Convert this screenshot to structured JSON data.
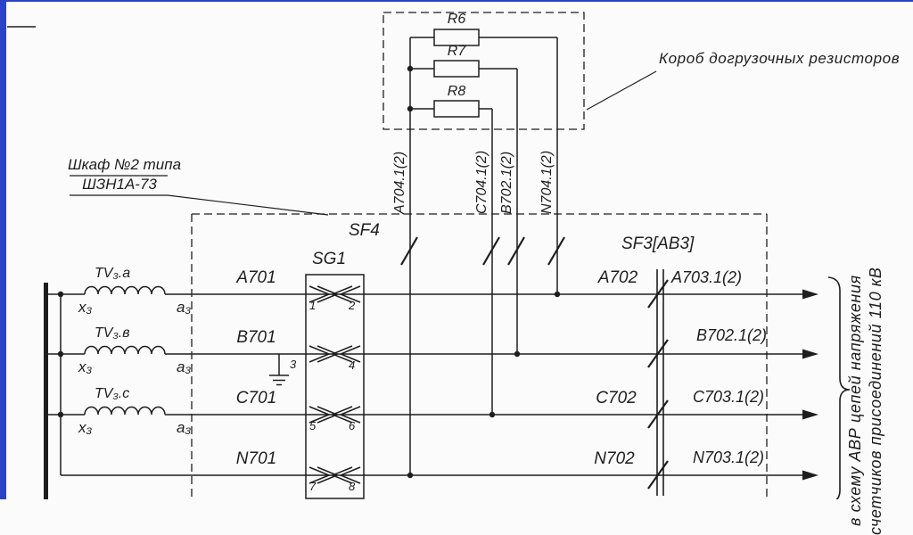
{
  "colors": {
    "line": "#1e1e1e",
    "accent_blue": "#2a43c8",
    "background": "#fbfbfb"
  },
  "callouts": {
    "resistor_box": "Короб догрузочных резисторов",
    "cabinet_line1": "Шкаф №2 типа",
    "cabinet_line2": "ШЗН1А-73"
  },
  "resistors": [
    "R6",
    "R7",
    "R8"
  ],
  "vertical_wires": [
    "A704.1(2)",
    "C704.1(2)",
    "B702.1(2)",
    "N704.1(2)"
  ],
  "devices": {
    "sf4": "SF4",
    "sg1": "SG1",
    "sf3": "SF3[АВ3]"
  },
  "rows": [
    {
      "winding": "TV₃.a",
      "x_terminal": "x₃",
      "a_terminal": "a₃",
      "wire": "A701",
      "pin_left": "1",
      "pin_right": "2",
      "mid_label": "A702",
      "out_label": "A703.1(2)"
    },
    {
      "winding": "TV₃.в",
      "x_terminal": "x₃",
      "a_terminal": "a₃",
      "wire": "B701",
      "pin_left": "3",
      "pin_right": "4",
      "mid_label": "",
      "out_label": "B702.1(2)"
    },
    {
      "winding": "TV₃.с",
      "x_terminal": "x₃",
      "a_terminal": "a₃",
      "wire": "C701",
      "pin_left": "5",
      "pin_right": "6",
      "mid_label": "C702",
      "out_label": "C703.1(2)"
    },
    {
      "winding": "",
      "x_terminal": "",
      "a_terminal": "",
      "wire": "N701",
      "pin_left": "7",
      "pin_right": "8",
      "mid_label": "N702",
      "out_label": "N703.1(2)"
    }
  ],
  "side_note": {
    "line1": "в схему АВР цепей напряжения",
    "line2": "счетчиков присоединений 110 кВ"
  }
}
